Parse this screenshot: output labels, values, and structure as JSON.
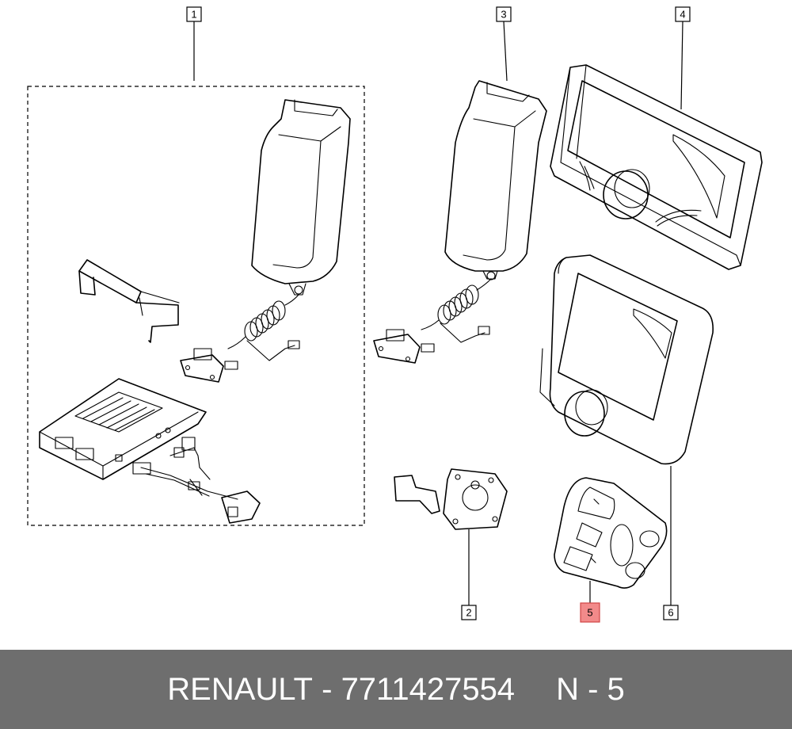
{
  "diagram": {
    "callouts": [
      "1",
      "2",
      "3",
      "4",
      "5",
      "6"
    ],
    "highlighted_callout": "5",
    "highlight_color": "#f28a8a"
  },
  "footer": {
    "brand": "RENAULT",
    "separator": "-",
    "part_number": "7711427554",
    "position": "N - 5",
    "background": "#6e6e6e"
  }
}
